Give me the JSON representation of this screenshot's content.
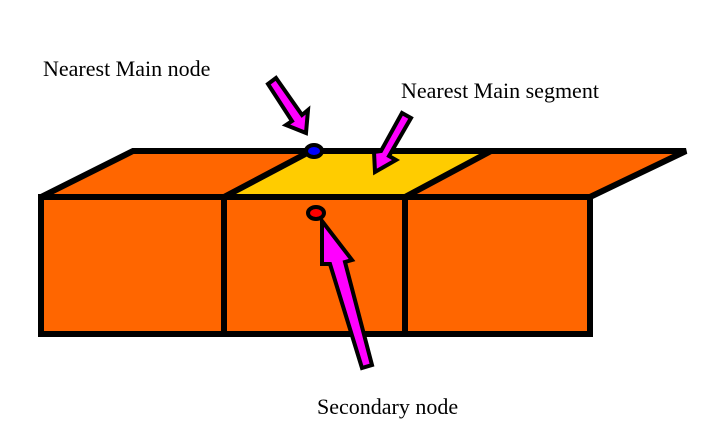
{
  "labels": {
    "main_node": "Nearest Main node",
    "main_segment": "Nearest Main segment",
    "secondary_node": "Secondary node"
  },
  "colors": {
    "block_fill": "#FF6600",
    "highlight_fill": "#FFCC00",
    "outline": "#000000",
    "arrow_fill": "#FF00FF",
    "main_node_fill": "#0000FF",
    "secondary_node_fill": "#FF0000",
    "background": "#FFFFFF"
  },
  "elements": {
    "blocks": [
      "left-block",
      "middle-block",
      "right-block"
    ],
    "highlighted_segment": "middle-block-top",
    "nodes": [
      "nearest-main-node",
      "secondary-node"
    ],
    "arrows": [
      "main-node-arrow",
      "main-segment-arrow",
      "secondary-node-arrow"
    ]
  }
}
